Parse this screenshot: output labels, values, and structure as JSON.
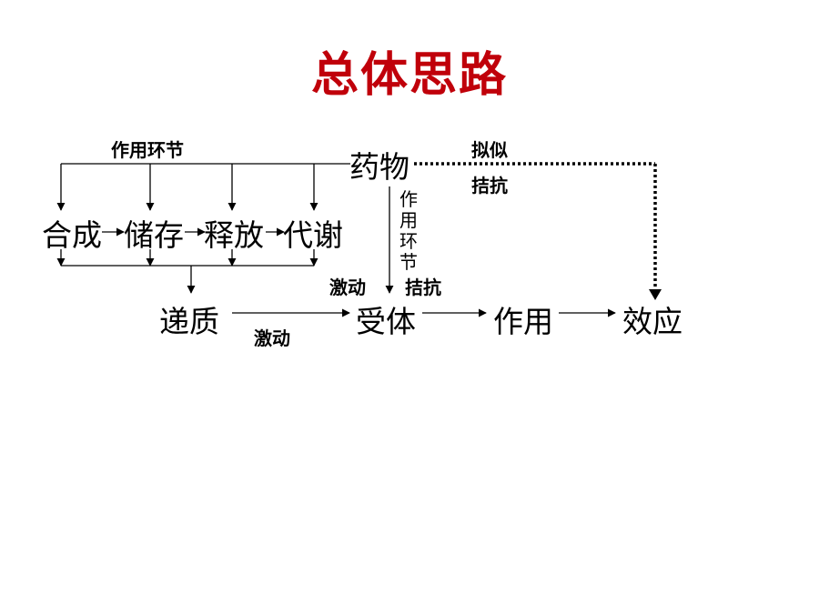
{
  "title": "总体思路",
  "colors": {
    "title": "#c0000a",
    "line": "#000000"
  },
  "nodes": {
    "drug": "药物",
    "synthesis": "合成",
    "storage": "储存",
    "release": "释放",
    "metabolism": "代谢",
    "transmitter": "递质",
    "receptor": "受体",
    "action": "作用",
    "effect": "效应"
  },
  "labels": {
    "action_site_top": "作用环节",
    "action_site_vertical": [
      "作",
      "用",
      "环",
      "节"
    ],
    "mimic": "拟似",
    "antagonize_top": "拮抗",
    "agonist_left": "激动",
    "antagonist_right": "拮抗",
    "agonist_bottom": "激动"
  }
}
